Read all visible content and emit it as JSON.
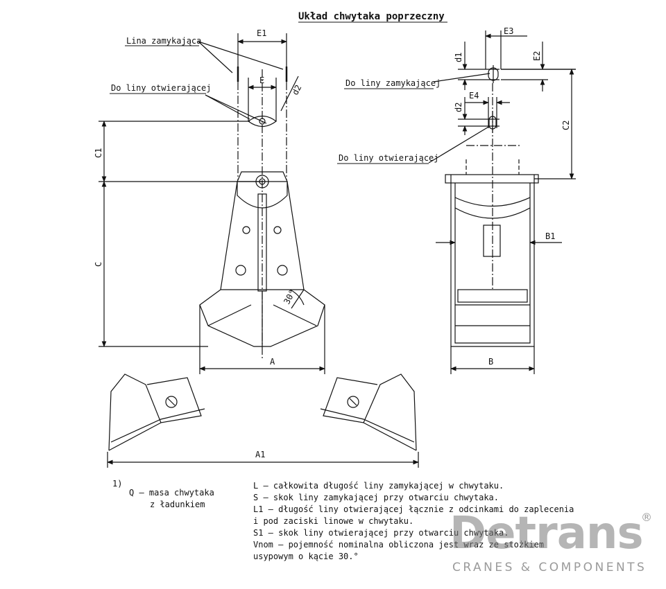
{
  "title": "Układ chwytaka poprzeczny",
  "labels": {
    "closing_rope": "Lina zamykająca",
    "to_opening_rope_left": "Do liny otwierającej",
    "to_closing_rope_right": "Do liny zamykającej",
    "to_opening_rope_right": "Do liny otwierającej"
  },
  "dimensions": {
    "E1": "E1",
    "E": "E",
    "d2_left": "d2",
    "C1": "C1",
    "C": "C",
    "angle": "30°",
    "A": "A",
    "A1": "A1",
    "E3": "E3",
    "d1": "d1",
    "E2": "E2",
    "d2_right": "d2",
    "E4": "E4",
    "C2": "C2",
    "B1": "B1",
    "B": "B"
  },
  "notes": {
    "footnote_marker": "1)",
    "q_line1": "Q – masa chwytaka",
    "q_line2": "z ładunkiem",
    "lines": [
      "L – całkowita długość liny zamykającej w chwytaku.",
      "S – skok liny zamykającej przy otwarciu chwytaka.",
      "L1 – długość liny otwierającej łącznie z odcinkami do zaplecenia",
      "i pod zaciski linowe w chwytaku.",
      "S1 – skok liny otwierającej przy otwarciu chwytaka.",
      "Vnom – pojemność nominalna obliczona jest wraz ze stożkiem",
      "usypowym o kącie 30.°"
    ]
  },
  "logo": {
    "name": "Detrans",
    "registered": "®",
    "tagline": "CRANES & COMPONENTS"
  }
}
